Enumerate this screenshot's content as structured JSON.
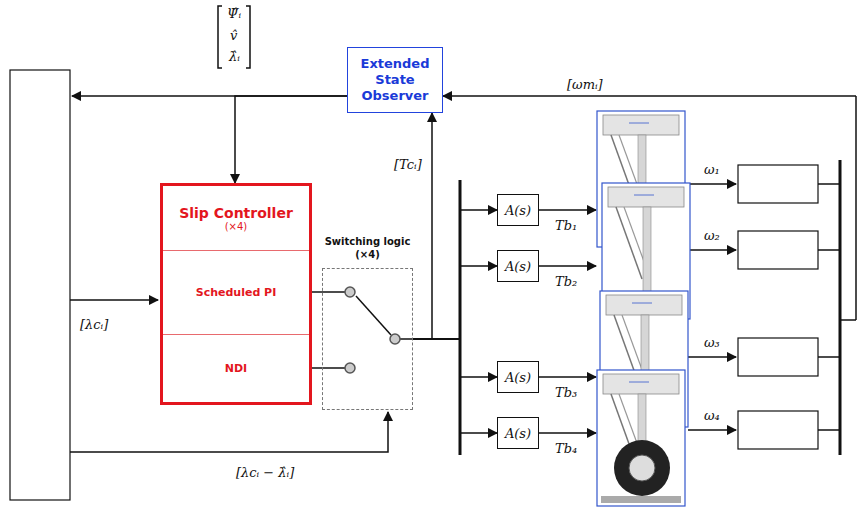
{
  "diagram": {
    "nodes": [
      {
        "text": [
          "Extended State Observer"
        ]
      },
      {
        "text": [
          "Slip Controller",
          "(×4)"
        ]
      },
      {
        "text": [
          "Scheduled PI"
        ],
        "in": 1
      },
      {
        "text": [
          "NDI"
        ],
        "in": 1
      },
      {
        "text": [
          "Switching logic",
          "(×4)"
        ]
      },
      {
        "text": [
          "A(s)"
        ]
      },
      {
        "text": [
          "A(s)"
        ]
      },
      {
        "text": [
          "A(s)"
        ]
      },
      {
        "text": [
          "A(s)"
        ]
      }
    ],
    "edges": [
      {
        "from": 0,
        "to": 1,
        "arrow": "to"
      },
      {
        "from": 2,
        "to": 4,
        "arrow": "none"
      },
      {
        "from": 3,
        "to": 4,
        "arrow": "none"
      },
      {
        "from": 4,
        "to": 0,
        "label": "[Tcᵢ]",
        "arrow": "to"
      },
      {
        "from": 4,
        "to": 5,
        "arrow": "to"
      },
      {
        "from": 4,
        "to": 6,
        "arrow": "to"
      },
      {
        "from": 4,
        "to": 7,
        "arrow": "to"
      },
      {
        "from": 4,
        "to": 8,
        "arrow": "to"
      }
    ],
    "labels": [
      "Ψ̂ᵢ",
      "v̂",
      "λ̂ᵢ",
      "[ωmᵢ]",
      "[λcᵢ]",
      "[λcᵢ − λ̂ᵢ]",
      "Tb₁",
      "Tb₂",
      "Tb₃",
      "Tb₄",
      "ω₁",
      "ω₂",
      "ω₃",
      "ω₄"
    ]
  }
}
